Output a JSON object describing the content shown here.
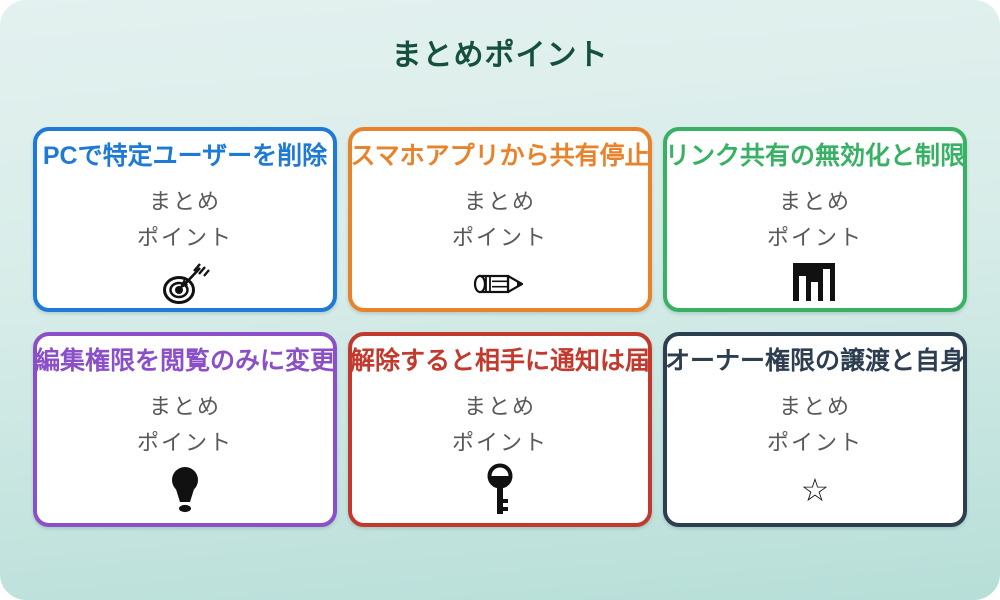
{
  "page": {
    "title": "まとめポイント",
    "title_color": "#15503e",
    "background_top": "#e3f1ef",
    "background_bottom": "#b7ded8",
    "card_background": "#ffffff"
  },
  "cards": [
    {
      "title": "PCで特定ユーザーを削除",
      "body_line1": "まとめ",
      "body_line2": "ポイント",
      "icon": "target-dart-icon",
      "color": "#1f7ad6"
    },
    {
      "title": "スマホアプリから共有停止",
      "body_line1": "まとめ",
      "body_line2": "ポイント",
      "icon": "pencil-icon",
      "color": "#e8832c"
    },
    {
      "title": "リンク共有の無効化と制限",
      "body_line1": "まとめ",
      "body_line2": "ポイント",
      "icon": "bar-chart-icon",
      "color": "#37b264"
    },
    {
      "title": "編集権限を閲覧のみに変更",
      "body_line1": "まとめ",
      "body_line2": "ポイント",
      "icon": "lightbulb-icon",
      "color": "#8b50c8"
    },
    {
      "title": "解除すると相手に通知は届",
      "body_line1": "まとめ",
      "body_line2": "ポイント",
      "icon": "key-icon",
      "color": "#c23a2d"
    },
    {
      "title": "オーナー権限の譲渡と自身",
      "body_line1": "まとめ",
      "body_line2": "ポイント",
      "icon": "star-icon",
      "color": "#2d3e50",
      "icon_glyph": "☆"
    }
  ]
}
